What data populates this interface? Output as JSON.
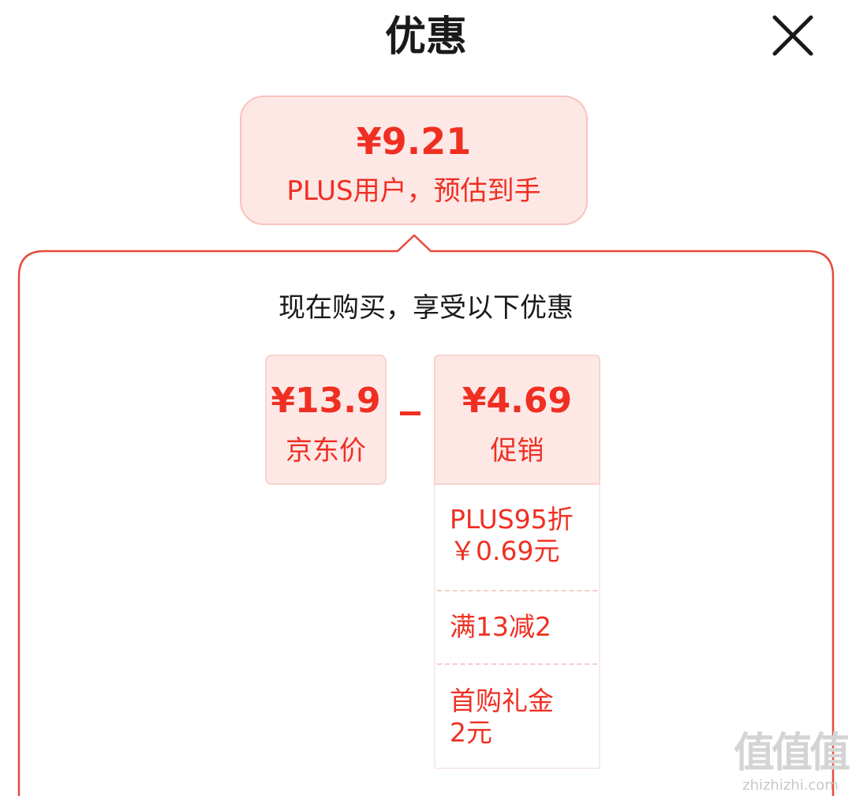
{
  "header": {
    "title": "优惠"
  },
  "estimate": {
    "price": "¥9.21",
    "label": "PLUS用户，预估到手"
  },
  "breakdown": {
    "subtitle": "现在购买，享受以下优惠",
    "jd_price": {
      "amount": "¥13.9",
      "label": "京东价"
    },
    "operator": "-",
    "promotion": {
      "amount": "¥4.69",
      "label": "促销",
      "items": [
        {
          "line1": "PLUS95折",
          "line2": "￥0.69元"
        },
        {
          "line1": "满13减2",
          "line2": ""
        },
        {
          "line1": "首购礼金",
          "line2": "2元"
        }
      ]
    }
  },
  "watermark": {
    "glyphs": "值值值",
    "domain": "zhizhizhi.com"
  },
  "colors": {
    "accent": "#ef2f22",
    "tint": "#fde8e6",
    "border": "#e84a3c"
  },
  "icons": {
    "close": "close-icon"
  }
}
